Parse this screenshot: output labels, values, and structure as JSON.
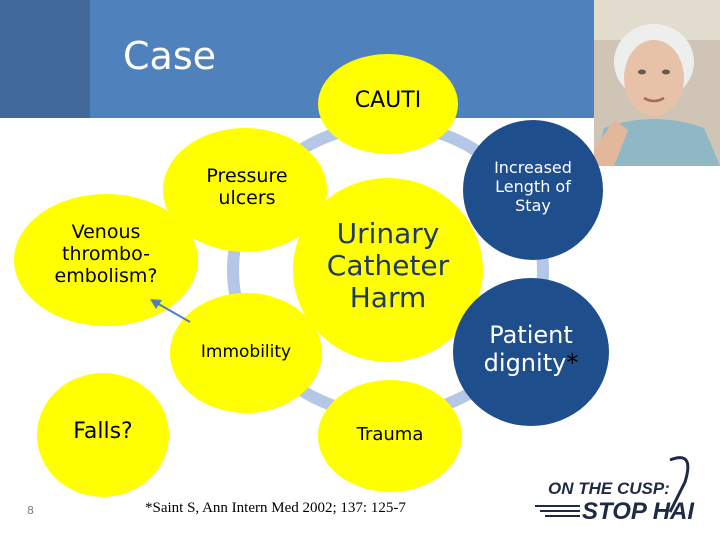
{
  "slide": {
    "title": "Case",
    "page_number": "8",
    "citation": "*Saint S, Ann Intern Med 2002; 137: 125-7"
  },
  "nodes": {
    "cauti": "CAUTI",
    "center_line1": "Urinary",
    "center_line2": "Catheter",
    "center_line3": "Harm",
    "pressure_line1": "Pressure",
    "pressure_line2": "ulcers",
    "vte_line1": "Venous",
    "vte_line2": "thrombo-",
    "vte_line3": "embolism?",
    "immobility": "Immobility",
    "falls": "Falls?",
    "trauma": "Trauma",
    "los_line1": "Increased",
    "los_line2": "Length of",
    "los_line3": "Stay",
    "dignity_line1": "Patient",
    "dignity_line2": "dignity",
    "dignity_star": "*"
  },
  "logo": {
    "line1": "ON THE CUSP:",
    "line2": "STOP HAI"
  },
  "colors": {
    "banner": "#4f81bd",
    "yellow": "#ffff00",
    "blue_node": "#1f4e8c",
    "ring": "#b4c7e7",
    "logo_dark": "#1f2a44"
  },
  "images": {
    "photo": "elderly-woman-portrait"
  }
}
